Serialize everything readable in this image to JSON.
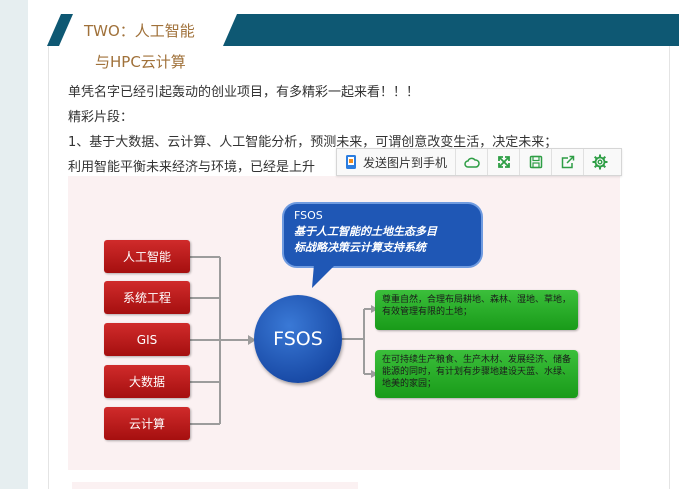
{
  "banner": {
    "title": "TWO：人工智能",
    "subtitle": "与HPC云计算"
  },
  "paragraphs": [
    "单凭名字已经引起轰动的创业项目，有多精彩一起来看！！！",
    "精彩片段：",
    "1、基于大数据、云计算、人工智能分析，预测未来，可谓创意改变生活，决定未来；",
    "利用智能平衡未来经济与环境，已经是上升"
  ],
  "toolbar": {
    "send_label": "发送图片到手机",
    "icons": [
      "phone-icon",
      "cloud-icon",
      "expand-icon",
      "save-icon",
      "share-icon",
      "gear-icon"
    ]
  },
  "figure": {
    "left_boxes": [
      "人工智能",
      "系统工程",
      "GIS",
      "大数据",
      "云计算"
    ],
    "center": "FSOS",
    "bubble_title": "FSOS",
    "bubble_line1": "基于人工智能的土地生态多目",
    "bubble_line2": "标战略决策云计算支持系统",
    "green_box_1": "尊重自然，合理布局耕地、森林、湿地、草地，有效管理有限的土地；",
    "green_box_2": "在可持续生产粮食、生产木材、发展经济、储备能源的同时，有计划有步骤地建设天蓝、水绿、地美的家园；"
  },
  "colors": {
    "banner": "#0e5873",
    "banner_text": "#a0713a",
    "red_box": "#c01f1f",
    "circle": "#1f57b5",
    "bubble": "#1f57b5",
    "green_box": "#2aaf2a",
    "toolbar_icon": "#2e9e45"
  }
}
